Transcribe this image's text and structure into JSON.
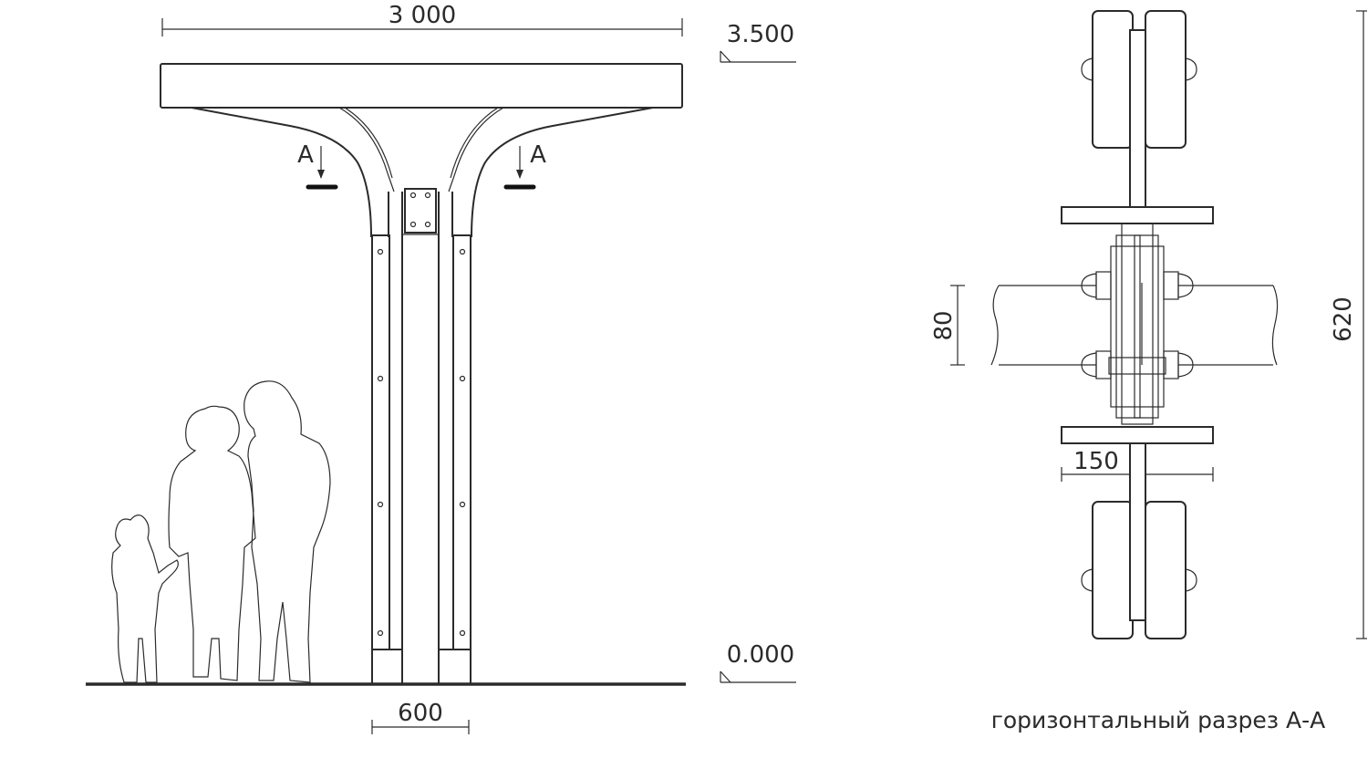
{
  "elevation": {
    "width_label": "3 000",
    "top_level": "3.500",
    "ground_level": "0.000",
    "column_width_label": "600",
    "section_mark": "A"
  },
  "section": {
    "height_label": "620",
    "width_label": "150",
    "tube_label": "80",
    "caption": "горизонтальный разрез А-А"
  },
  "colors": {
    "line": "#2b2b2b",
    "background": "#ffffff"
  }
}
